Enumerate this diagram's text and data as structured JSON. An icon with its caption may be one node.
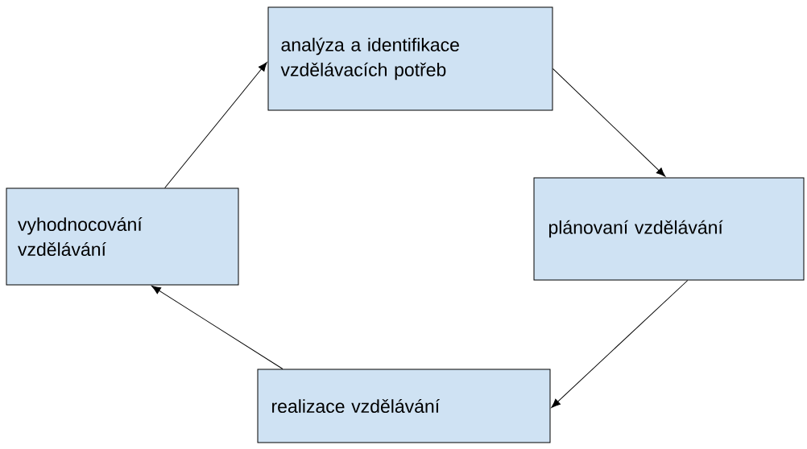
{
  "diagram": {
    "nodes": [
      {
        "text": [
          "analýza a identifikace vzdělávacích potřeb"
        ]
      },
      {
        "text": [
          "plánovaní vzdělávání"
        ]
      },
      {
        "text": [
          "realizace vzdělávání"
        ]
      },
      {
        "text": [
          "vyhodnocování vzdělávání"
        ]
      }
    ],
    "edges": [
      {
        "from": 3,
        "to": 0,
        "arrow": "to"
      },
      {
        "from": 0,
        "to": 1,
        "arrow": "to"
      },
      {
        "from": 1,
        "to": 2,
        "arrow": "to"
      },
      {
        "from": 2,
        "to": 3,
        "arrow": "to"
      }
    ]
  }
}
